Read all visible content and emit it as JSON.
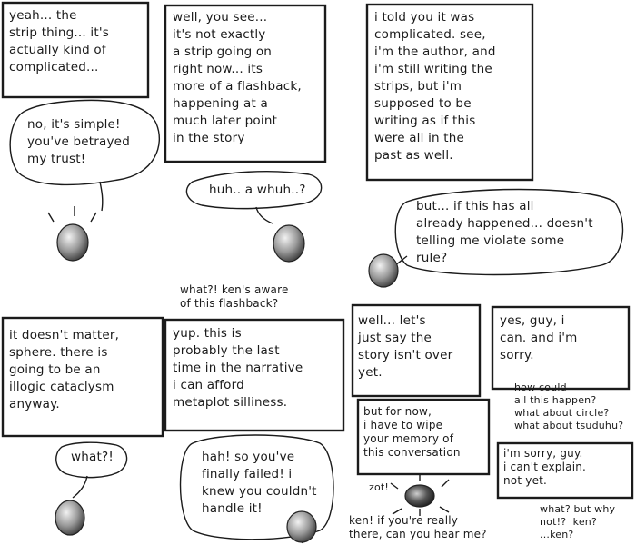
{
  "panel1": {
    "caption": "yeah... the\nstrip thing... it's\nactually kind of\ncomplicated...",
    "sphere_speech": "no, it's simple!\nyou've betrayed\nmy trust!"
  },
  "panel2": {
    "caption": "well, you see...\nit's not exactly\na strip going on\nright now... its\nmore of a flashback,\nhappening at a\nmuch later point\nin the story",
    "sphere_speech": "huh.. a whuh..?"
  },
  "panel3": {
    "caption": "i told you it was\ncomplicated. see,\ni'm the author, and\ni'm still writing the\nstrips, but i'm\nsupposed to be\nwriting as if this\nwere all in the\npast as well.",
    "sphere_speech": "but... if this has all\nalready happened... doesn't\ntelling me violate some\nrule?"
  },
  "panel4": {
    "caption": "it doesn't matter,\nsphere. there is\ngoing to be an\nillogic cataclysm\nanyway.",
    "sphere_speech": "what?!"
  },
  "panel5": {
    "header": "what?! ken's aware\nof this flashback?",
    "caption": "yup. this is\nprobably the last\ntime in the narrative\ni can afford\nmetaplot silliness.",
    "sphere_speech": "hah! so you've\nfinally failed! i\nknew you couldn't\nhandle it!"
  },
  "panel6": {
    "caption_top": "well... let's\njust say the\nstory isn't over\nyet.",
    "caption_bottom": "but for now,\ni have to wipe\nyour memory of\nthis conversation",
    "sfx": "zot!",
    "speech": "ken! if you're really\nthere, can you hear me?"
  },
  "panel7": {
    "caption_top": "yes, guy, i\ncan. and i'm\nsorry.",
    "speech_mid": "how could\nall this happen?\nwhat about circle?\nwhat about tsuduhu?",
    "caption_bottom": "i'm sorry, guy.\ni can't explain.\nnot yet.",
    "speech_end": "what? but why\nnot!?  ken?\n...ken?"
  }
}
